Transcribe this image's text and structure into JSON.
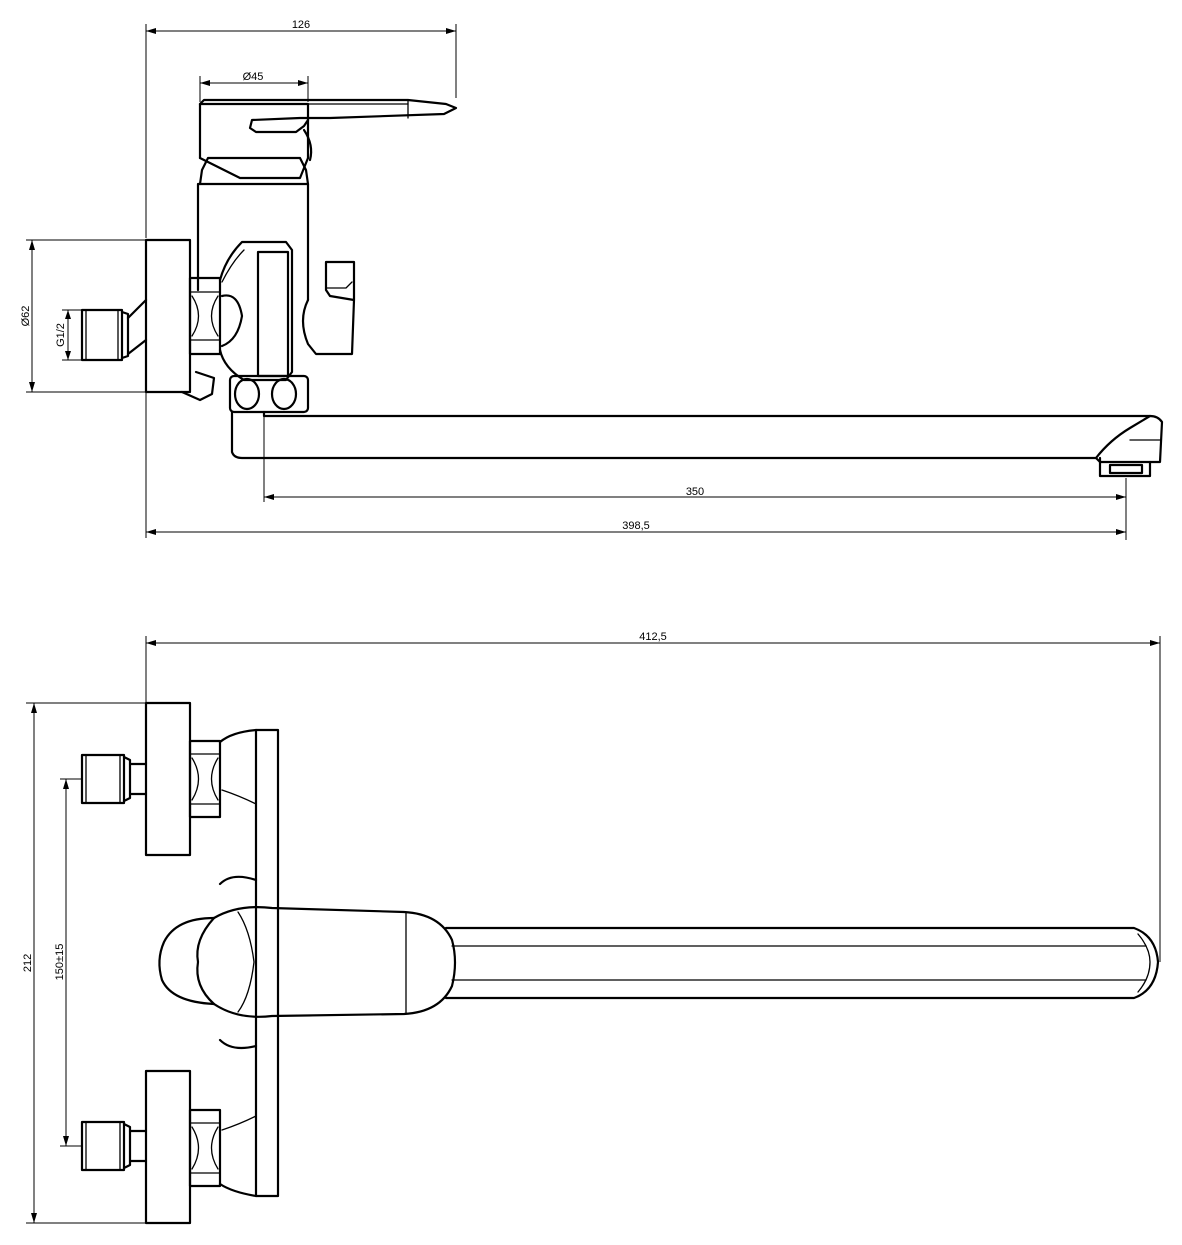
{
  "dimensions": {
    "side_width_top": "126",
    "handle_diameter": "Ø45",
    "flange_diameter": "Ø62",
    "thread_size": "G1/2",
    "spout_reach": "350",
    "side_total_length": "398,5",
    "top_total_length": "412,5",
    "total_height": "212",
    "inlet_spacing": "150±15"
  }
}
